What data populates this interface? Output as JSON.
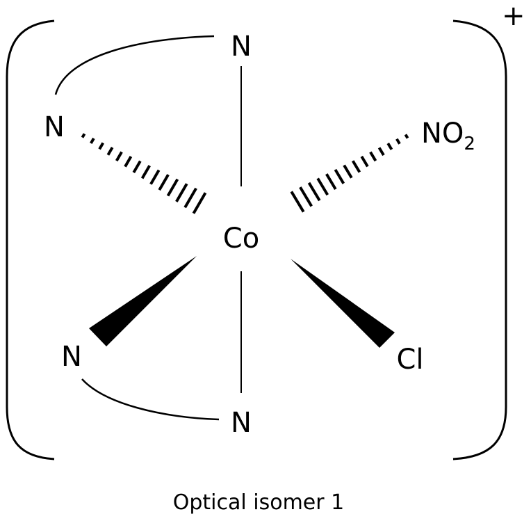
{
  "diagram": {
    "charge": "+",
    "metal": "Co",
    "ligands": {
      "top_n": "N",
      "upper_left_n": "N",
      "lower_left_n": "N",
      "bottom_n": "N",
      "nitro": "NO",
      "nitro_subscript": "2",
      "chloride": "Cl"
    },
    "caption": "Optical isomer 1"
  }
}
